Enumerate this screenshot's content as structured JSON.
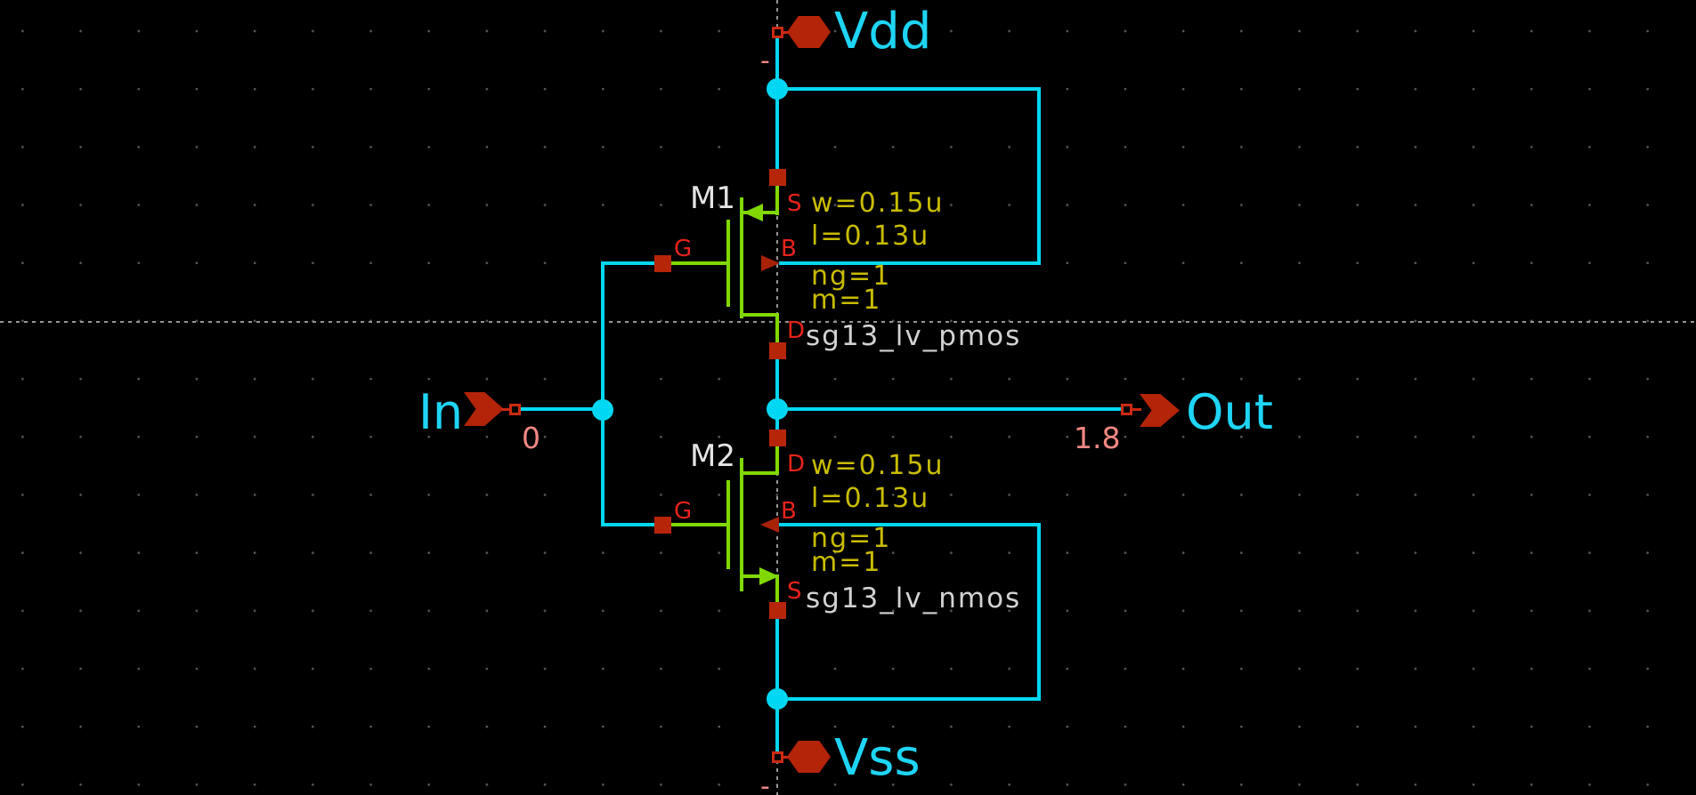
{
  "schematic": {
    "ports": {
      "vdd": "Vdd",
      "vss": "Vss",
      "input": "In",
      "output": "Out"
    },
    "net_voltages": {
      "input": "0",
      "output": "1.8"
    },
    "pin_marks": {
      "vdd": "-",
      "vss": "-"
    },
    "transistors": {
      "m1": {
        "ref": "M1",
        "model": "sg13_lv_pmos",
        "params": {
          "w": "w=0.15u",
          "l": "l=0.13u",
          "ng": "ng=1",
          "m": "m=1"
        },
        "terminals": {
          "g": "G",
          "s": "S",
          "d": "D",
          "b": "B"
        }
      },
      "m2": {
        "ref": "M2",
        "model": "sg13_lv_nmos",
        "params": {
          "w": "w=0.15u",
          "l": "l=0.13u",
          "ng": "ng=1",
          "m": "m=1"
        },
        "terminals": {
          "g": "G",
          "s": "S",
          "d": "D",
          "b": "B"
        }
      }
    },
    "colors": {
      "background": "#000000",
      "wire": "#00d7f2",
      "device": "#80d800",
      "pin_fill": "#b72509",
      "terminal_text": "#e8231a",
      "net_voltage_text": "#f28884",
      "param_text": "#c8bc00",
      "label_text": "#d2d2d2",
      "port_text": "#1ed5f5"
    }
  }
}
